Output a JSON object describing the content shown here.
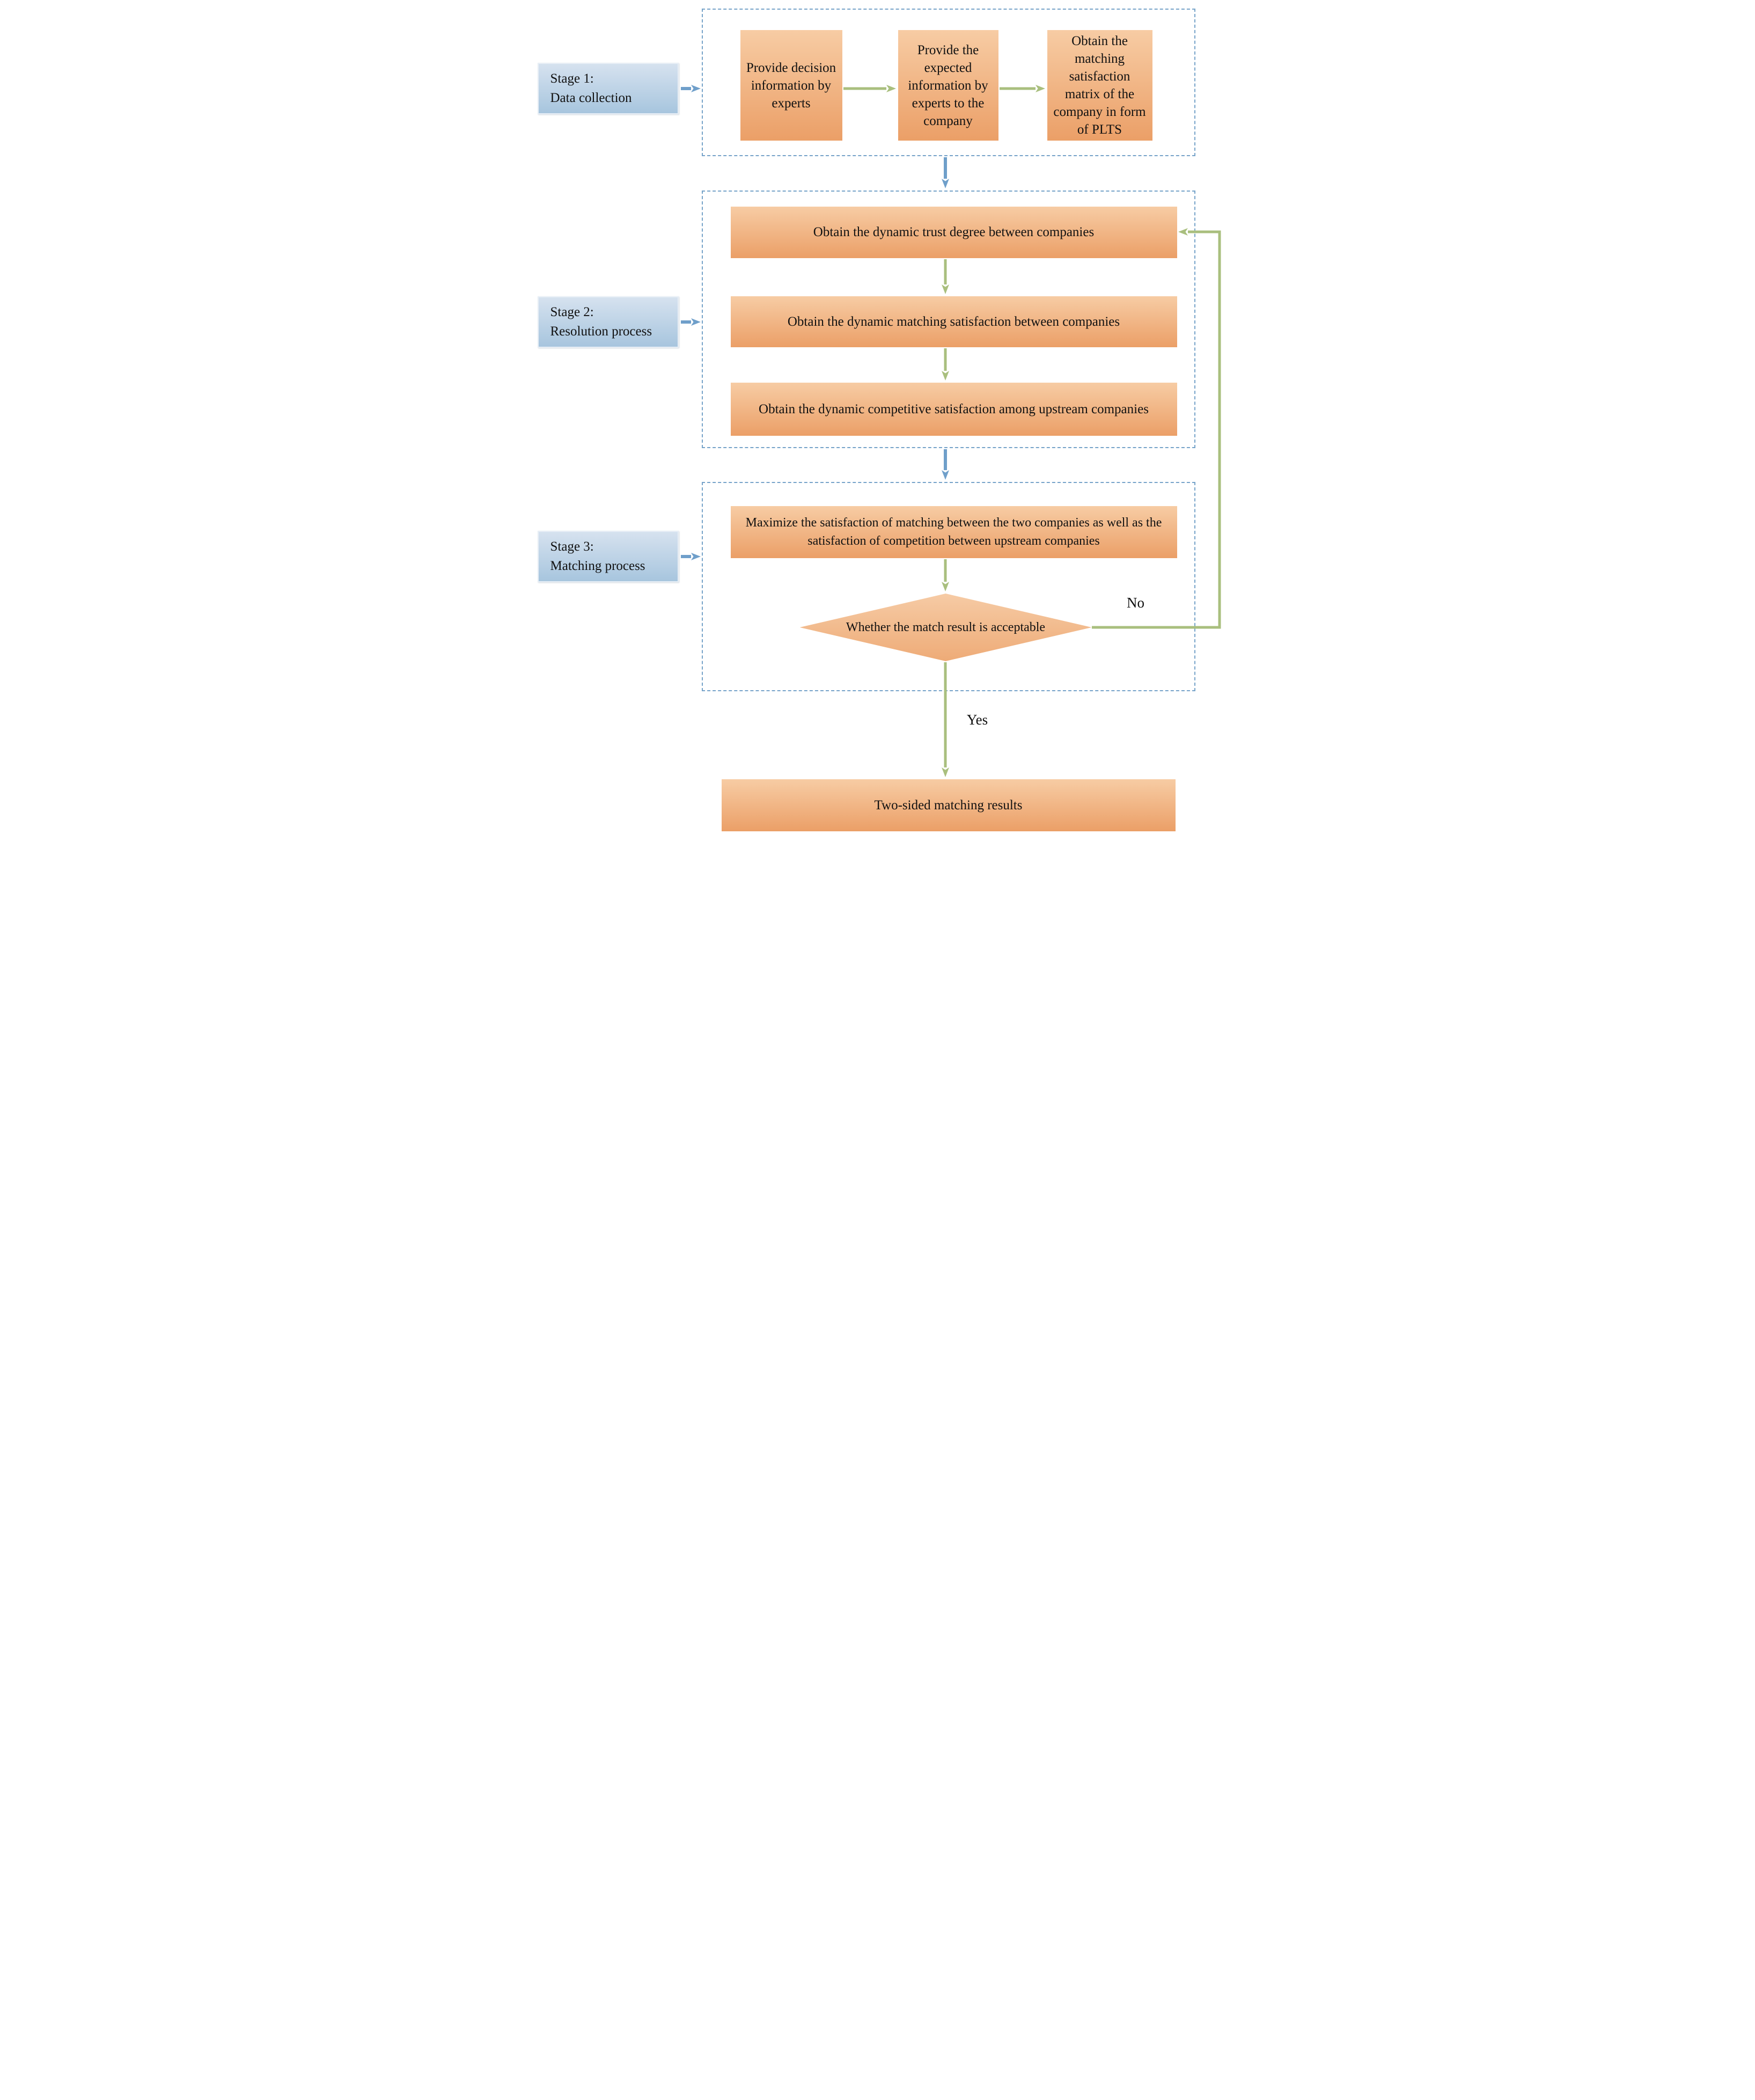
{
  "figure": {
    "stage1": {
      "label_line1": "Stage 1:",
      "label_line2": "Data collection",
      "boxes": [
        "Provide decision information by experts",
        "Provide the expected information by experts to the company",
        "Obtain the matching satisfaction matrix of the company in form of PLTS"
      ]
    },
    "stage2": {
      "label_line1": "Stage 2:",
      "label_line2": "Resolution process",
      "boxes": [
        "Obtain the  dynamic trust degree between companies",
        "Obtain the  dynamic matching satisfaction between companies",
        "Obtain the dynamic competitive satisfaction among upstream companies"
      ]
    },
    "stage3": {
      "label_line1": "Stage 3:",
      "label_line2": "Matching process",
      "maximize_box": "Maximize the satisfaction of matching between the two companies as well as the satisfaction of competition between upstream companies",
      "decision_diamond": "Whether the match result is acceptable",
      "no_label": "No",
      "yes_label": "Yes"
    },
    "result_box": "Two-sided matching results"
  },
  "colors": {
    "box_orange_top": "#f7cca4",
    "box_orange_bottom": "#eb9f67",
    "label_blue_top": "#d6e2ef",
    "label_blue_bottom": "#a7c5de",
    "dashed_border": "#76a3c9",
    "arrow_blue": "#6f9fca",
    "arrow_green": "#a9bf7e",
    "text_color": "#111111"
  }
}
